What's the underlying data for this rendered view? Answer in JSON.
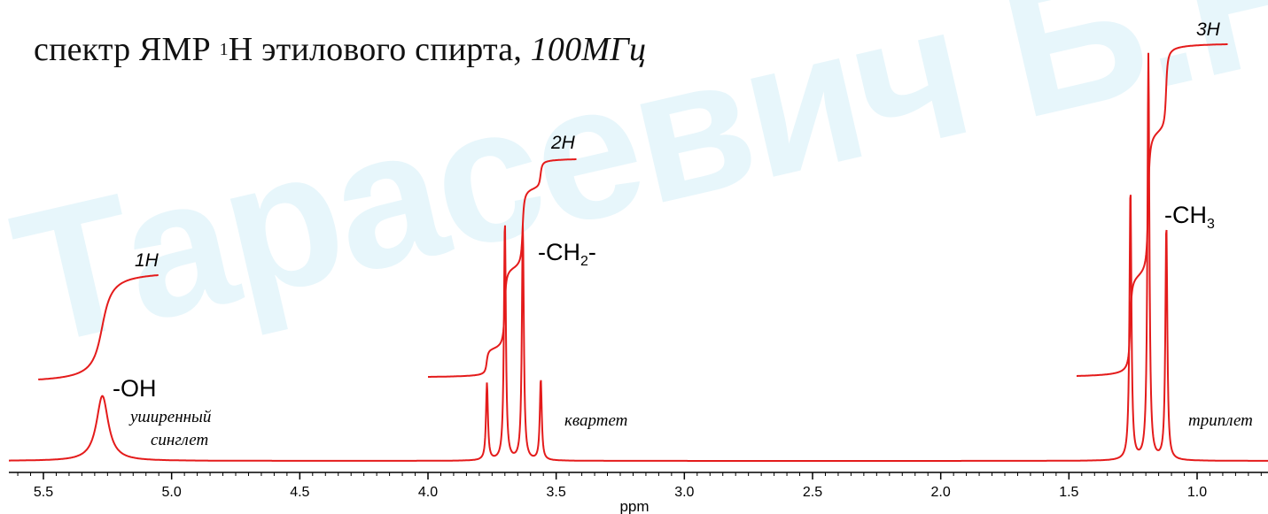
{
  "title": {
    "prefix": "спектр ЯМР ",
    "sup": "1",
    "mid": "H этилового спирта, ",
    "freq": "100МГц"
  },
  "watermark": "Тарасевич Б.Н.",
  "colors": {
    "spectrum": "#e41b1b",
    "axis": "#000000",
    "watermark": "#e7f6fb"
  },
  "chart_data": {
    "type": "line",
    "xlabel": "ppm",
    "xlim": [
      5.75,
      0.72
    ],
    "x_reversed": true,
    "ticks": [
      "5.5",
      "5.0",
      "4.5",
      "4.0",
      "3.5",
      "3.0",
      "2.5",
      "2.0",
      "1.5",
      "1.0"
    ],
    "tick_values": [
      5.5,
      5.0,
      4.5,
      4.0,
      3.5,
      3.0,
      2.5,
      2.0,
      1.5,
      1.0
    ],
    "peaks": [
      {
        "ppm": 5.27,
        "height": 0.16,
        "width": 0.028
      },
      {
        "ppm": 3.77,
        "height": 0.19,
        "width": 0.0045
      },
      {
        "ppm": 3.7,
        "height": 0.59,
        "width": 0.0045
      },
      {
        "ppm": 3.63,
        "height": 0.58,
        "width": 0.0045
      },
      {
        "ppm": 3.56,
        "height": 0.2,
        "width": 0.0045
      },
      {
        "ppm": 1.26,
        "height": 0.67,
        "width": 0.0045
      },
      {
        "ppm": 1.19,
        "height": 1.0,
        "width": 0.0045
      },
      {
        "ppm": 1.12,
        "height": 0.58,
        "width": 0.0045
      }
    ],
    "integrals": [
      {
        "range": [
          5.52,
          5.05
        ],
        "step": "1H"
      },
      {
        "range": [
          4.0,
          3.42
        ],
        "step": "2H"
      },
      {
        "range": [
          1.47,
          0.88
        ],
        "step": "3H"
      }
    ],
    "annotations": {
      "oh_group": "-OH",
      "oh_pattern_1": "уширенный",
      "oh_pattern_2": "синглет",
      "ch2_group_a": "-CH",
      "ch2_group_sub": "2",
      "ch2_group_b": "-",
      "ch2_pattern": "квартет",
      "ch3_group": "-CH",
      "ch3_group_sub": "3",
      "ch3_pattern": "триплет",
      "int_1h": "1H",
      "int_2h": "2H",
      "int_3h": "3H"
    }
  }
}
